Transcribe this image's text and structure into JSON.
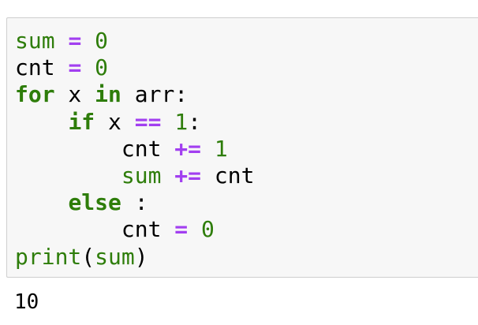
{
  "colors": {
    "keyword": "#2e7d0a",
    "operator": "#a23ff0",
    "number": "#2e7d0a",
    "builtin": "#2e7d0a",
    "text": "#000000",
    "cell_background": "#f7f7f7",
    "cell_border": "#cfcfcf"
  },
  "code_lines": [
    [
      {
        "t": "sum",
        "c": "builtin"
      },
      {
        "t": " ",
        "c": "name"
      },
      {
        "t": "=",
        "c": "op"
      },
      {
        "t": " ",
        "c": "name"
      },
      {
        "t": "0",
        "c": "num"
      }
    ],
    [
      {
        "t": "cnt",
        "c": "name"
      },
      {
        "t": " ",
        "c": "name"
      },
      {
        "t": "=",
        "c": "op"
      },
      {
        "t": " ",
        "c": "name"
      },
      {
        "t": "0",
        "c": "num"
      }
    ],
    [
      {
        "t": "for",
        "c": "kw"
      },
      {
        "t": " x ",
        "c": "name"
      },
      {
        "t": "in",
        "c": "kw"
      },
      {
        "t": " arr:",
        "c": "name"
      }
    ],
    [
      {
        "t": "    ",
        "c": "name"
      },
      {
        "t": "if",
        "c": "kw"
      },
      {
        "t": " x ",
        "c": "name"
      },
      {
        "t": "==",
        "c": "op"
      },
      {
        "t": " ",
        "c": "name"
      },
      {
        "t": "1",
        "c": "num"
      },
      {
        "t": ":",
        "c": "punct"
      }
    ],
    [
      {
        "t": "        cnt ",
        "c": "name"
      },
      {
        "t": "+=",
        "c": "op"
      },
      {
        "t": " ",
        "c": "name"
      },
      {
        "t": "1",
        "c": "num"
      }
    ],
    [
      {
        "t": "        ",
        "c": "name"
      },
      {
        "t": "sum",
        "c": "builtin"
      },
      {
        "t": " ",
        "c": "name"
      },
      {
        "t": "+=",
        "c": "op"
      },
      {
        "t": " cnt",
        "c": "name"
      }
    ],
    [
      {
        "t": "    ",
        "c": "name"
      },
      {
        "t": "else",
        "c": "kw"
      },
      {
        "t": " :",
        "c": "punct"
      }
    ],
    [
      {
        "t": "        cnt ",
        "c": "name"
      },
      {
        "t": "=",
        "c": "op"
      },
      {
        "t": " ",
        "c": "name"
      },
      {
        "t": "0",
        "c": "num"
      }
    ],
    [
      {
        "t": "print",
        "c": "builtin"
      },
      {
        "t": "(",
        "c": "punct"
      },
      {
        "t": "sum",
        "c": "builtin"
      },
      {
        "t": ")",
        "c": "punct"
      }
    ]
  ],
  "output": {
    "text": "10"
  }
}
